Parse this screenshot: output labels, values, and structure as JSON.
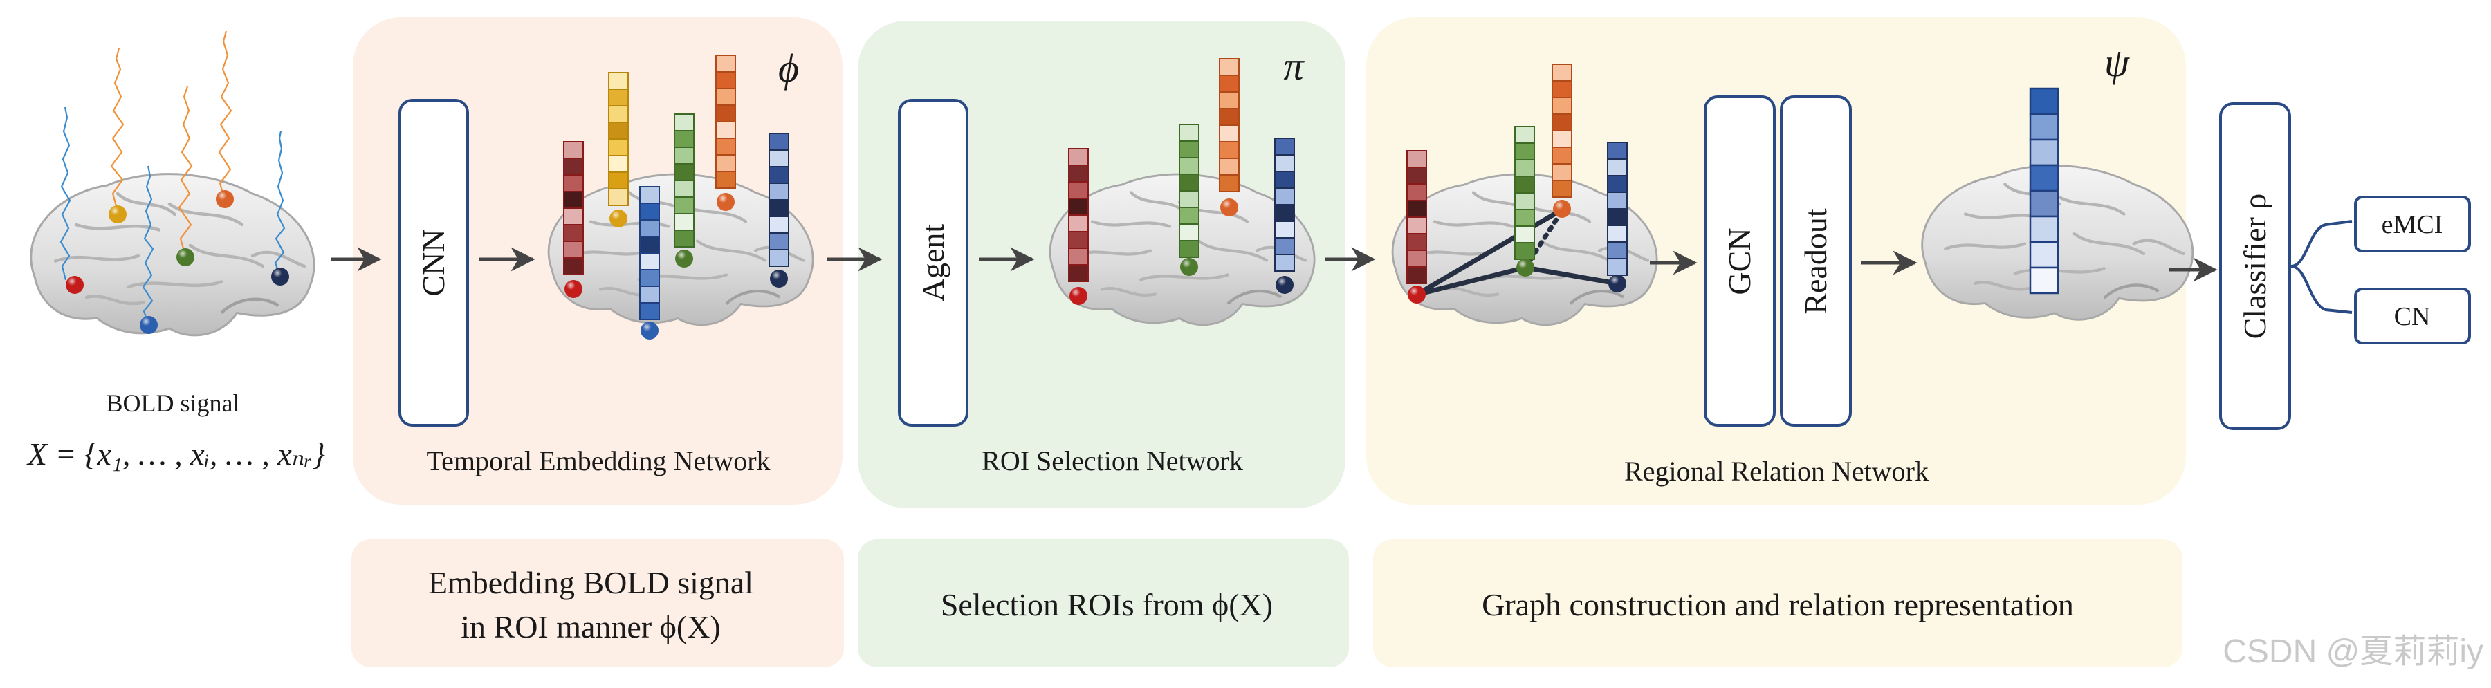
{
  "colors": {
    "panel_embed": "#fdeee6",
    "panel_select": "#e8f3e6",
    "panel_relation": "#fdf8e6",
    "module_border": "#2a4a86",
    "arrow": "#444444",
    "roi_red": "#c41b1b",
    "roi_yellow": "#d9a015",
    "roi_green": "#4d7a2c",
    "roi_blue": "#2d5fb0",
    "roi_orange": "#d9622a",
    "roi_navy": "#1f2f55",
    "signal_blue": "#3a8ccf",
    "signal_orange": "#f0923a"
  },
  "icons": [
    "brain-icon",
    "bold-signal-icon",
    "roi-node-icon",
    "embedding-vector-icon",
    "arrow-icon"
  ],
  "input": {
    "label": "BOLD signal",
    "formula": "X = {x₁, … , xᵢ, … , xₙᵣ}"
  },
  "panels": {
    "embedding": {
      "name": "Temporal Embedding Network",
      "symbol": "ϕ",
      "module": "CNN"
    },
    "selection": {
      "name": "ROI Selection Network",
      "symbol": "π",
      "module": "Agent"
    },
    "relation": {
      "name": "Regional Relation Network",
      "symbol": "ψ",
      "modules": [
        "GCN",
        "Readout"
      ]
    }
  },
  "classifier": {
    "label": "Classifier ρ",
    "outputs": [
      "eMCI",
      "CN"
    ]
  },
  "descriptions": {
    "embedding": [
      "Embedding BOLD signal",
      "in ROI manner ϕ(X)"
    ],
    "selection": "Selection ROIs from ϕ(X)",
    "relation": "Graph construction and relation representation"
  },
  "watermark": "CSDN @夏莉莉iy"
}
